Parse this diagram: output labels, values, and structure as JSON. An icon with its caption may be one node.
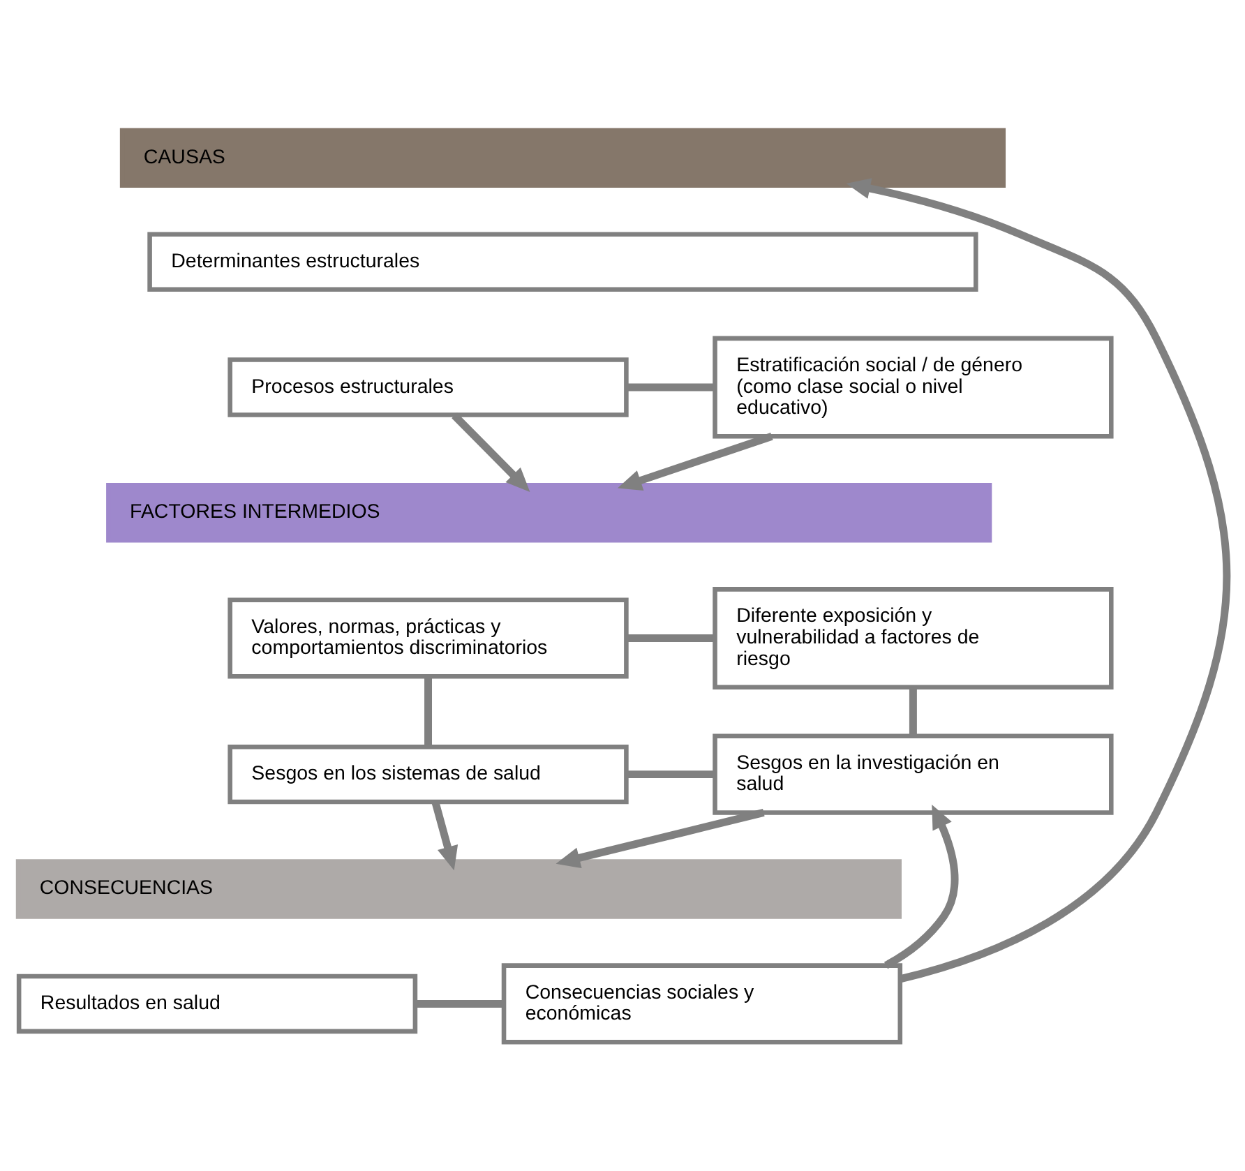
{
  "diagram": {
    "nodes": [
      {
        "text": [
          "CAUSAS"
        ]
      },
      {
        "text": [
          "Determinantes estructurales"
        ]
      },
      {
        "text": [
          "Procesos estructurales"
        ]
      },
      {
        "text": [
          "Estratificación social / de género (como clase social o nivel educativo)"
        ]
      },
      {
        "text": [
          "FACTORES INTERMEDIOS"
        ]
      },
      {
        "text": [
          "Valores, normas, prácticas y comportamientos discriminatorios"
        ]
      },
      {
        "text": [
          "Diferente exposición y vulnerabilidad a factores de riesgo"
        ]
      },
      {
        "text": [
          "Sesgos en los sistemas de salud"
        ]
      },
      {
        "text": [
          "Sesgos en la investigación en salud"
        ]
      },
      {
        "text": [
          "CONSECUENCIAS"
        ]
      },
      {
        "text": [
          "Resultados en salud"
        ]
      },
      {
        "text": [
          "Consecuencias sociales y económicas"
        ]
      }
    ],
    "edges": [
      {
        "from": 2,
        "to": 3,
        "arrow": "none"
      },
      {
        "from": 2,
        "to": 4,
        "arrow": "to"
      },
      {
        "from": 3,
        "to": 4,
        "arrow": "to"
      },
      {
        "from": 5,
        "to": 6,
        "arrow": "none"
      },
      {
        "from": 5,
        "to": 7,
        "arrow": "none"
      },
      {
        "from": 6,
        "to": 8,
        "arrow": "none"
      },
      {
        "from": 7,
        "to": 8,
        "arrow": "none"
      },
      {
        "from": 7,
        "to": 9,
        "arrow": "to"
      },
      {
        "from": 8,
        "to": 9,
        "arrow": "to"
      },
      {
        "from": 10,
        "to": 11,
        "arrow": "none"
      },
      {
        "from": 11,
        "to": 0,
        "arrow": "to"
      },
      {
        "from": 11,
        "to": 8,
        "arrow": "to"
      }
    ]
  }
}
